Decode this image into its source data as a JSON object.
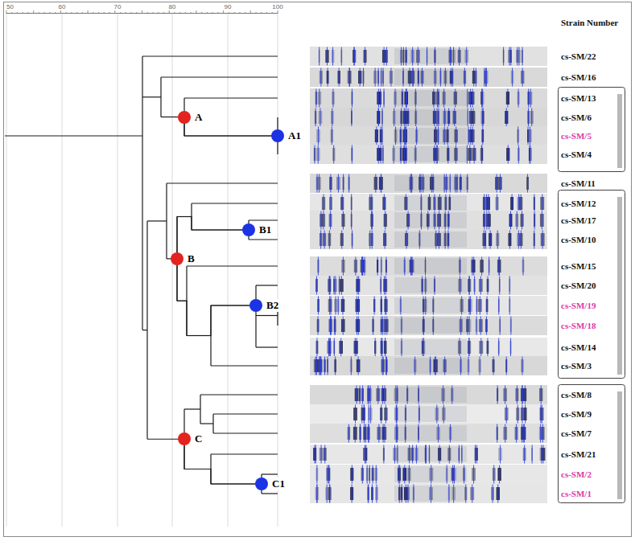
{
  "diagram": {
    "nodes": [
      {
        "text": [
          "A"
        ]
      },
      {
        "text": [
          "A1"
        ]
      },
      {
        "text": [
          "B"
        ]
      },
      {
        "text": [
          "B1"
        ]
      },
      {
        "text": [
          "B2"
        ]
      },
      {
        "text": [
          "C"
        ]
      },
      {
        "text": [
          "C1"
        ]
      }
    ],
    "edges": [
      {
        "from": 0,
        "to": 1,
        "arrow": "none"
      },
      {
        "from": 2,
        "to": 3,
        "arrow": "none"
      },
      {
        "from": 2,
        "to": 4,
        "arrow": "none"
      },
      {
        "from": 5,
        "to": 6,
        "arrow": "none"
      }
    ],
    "labels": [
      "50",
      "60",
      "70",
      "80",
      "90",
      "100",
      "Strain Number",
      "cs-SM/22",
      "cs-SM/16",
      "cs-SM/13",
      "cs-SM/6",
      "cs-SM/5",
      "cs-SM/4",
      "cs-SM/11",
      "cs-SM/12",
      "cs-SM/17",
      "cs-SM/10",
      "cs-SM/15",
      "cs-SM/20",
      "cs-SM/19",
      "cs-SM/18",
      "cs-SM/14",
      "cs-SM/3",
      "cs-SM/8",
      "cs-SM/9",
      "cs-SM/7",
      "cs-SM/21",
      "cs-SM/2",
      "cs-SM/1"
    ]
  }
}
